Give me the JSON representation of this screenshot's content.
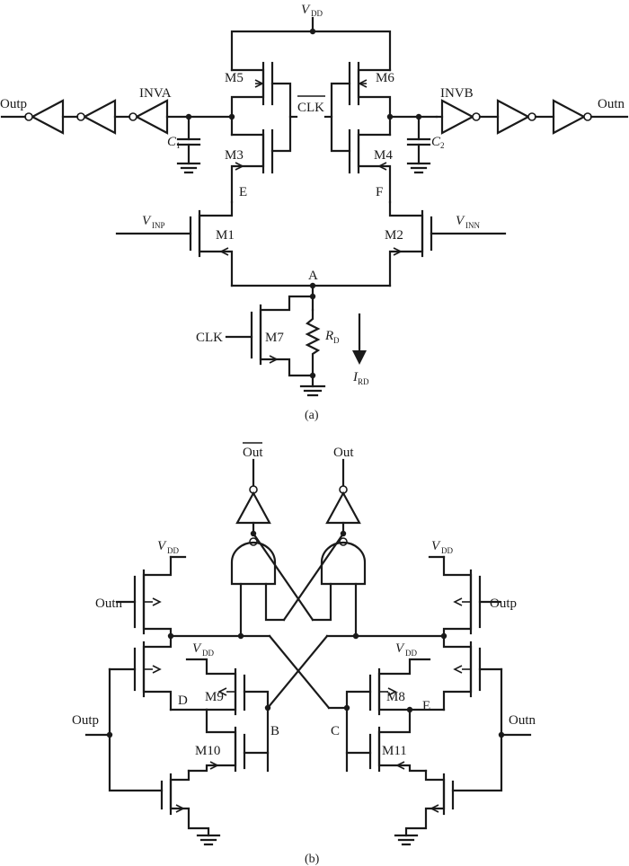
{
  "figure_a": {
    "caption": "(a)",
    "vdd": "V",
    "vdd_sub": "DD",
    "outp": "Outp",
    "outn": "Outn",
    "inva": "INVA",
    "invb": "INVB",
    "c1": "C",
    "c1_sub": "1",
    "c2": "C",
    "c2_sub": "2",
    "clk_bar": "CLK",
    "m1": "M1",
    "m2": "M2",
    "m3": "M3",
    "m4": "M4",
    "m5": "M5",
    "m6": "M6",
    "m7": "M7",
    "node_e": "E",
    "node_f": "F",
    "node_a": "A",
    "vinp": "V",
    "vinp_sub": "INP",
    "vinn": "V",
    "vinn_sub": "INN",
    "clk": "CLK",
    "rd": "R",
    "rd_sub": "D",
    "ird": "I",
    "ird_sub": "RD"
  },
  "figure_b": {
    "caption": "(b)",
    "out_bar": "Out",
    "out": "Out",
    "vdd_tl": "V",
    "vdd_tl_sub": "DD",
    "vdd_tr": "V",
    "vdd_tr_sub": "DD",
    "vdd_ml": "V",
    "vdd_ml_sub": "DD",
    "vdd_mr": "V",
    "vdd_mr_sub": "DD",
    "outn_l": "Outn",
    "outp_r": "Outp",
    "outp_l": "Outp",
    "outn_r": "Outn",
    "m8": "M8",
    "m9": "M9",
    "m10": "M10",
    "m11": "M11",
    "node_d": "D",
    "node_e": "E",
    "node_b": "B",
    "node_c": "C"
  }
}
